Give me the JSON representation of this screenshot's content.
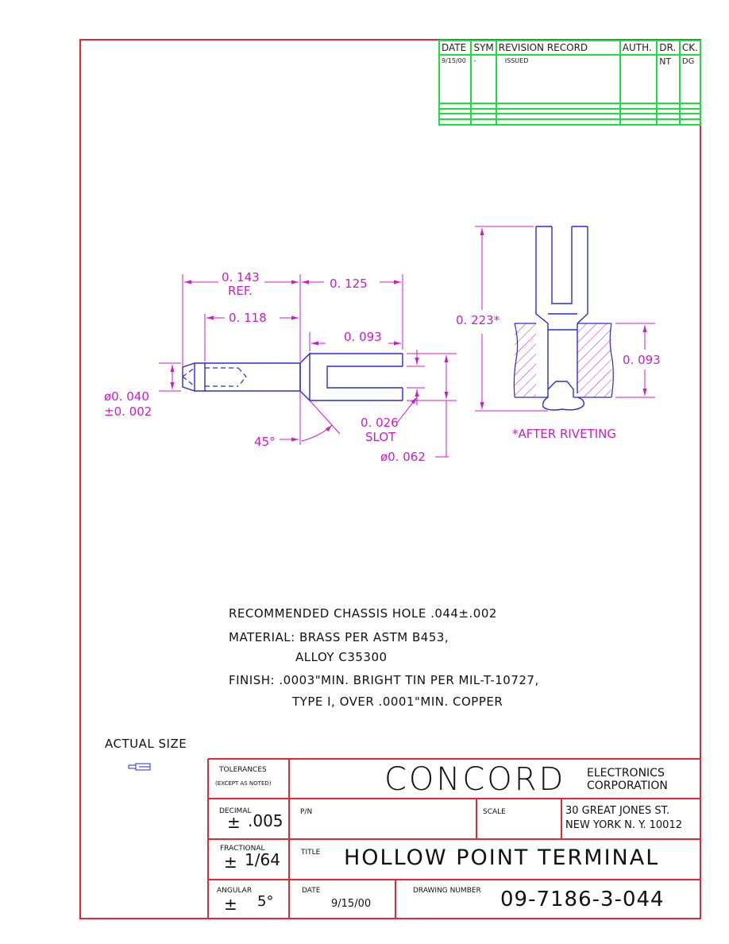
{
  "revision_table": {
    "headers": [
      "DATE",
      "SYM",
      "REVISION RECORD",
      "AUTH.",
      "DR.",
      "CK."
    ],
    "rows": [
      [
        "9/15/00",
        "-",
        "ISSUED",
        "",
        "NT",
        "DG"
      ],
      [
        "",
        "",
        "",
        "",
        "",
        ""
      ],
      [
        "",
        "",
        "",
        "",
        "",
        ""
      ],
      [
        "",
        "",
        "",
        "",
        "",
        ""
      ],
      [
        "",
        "",
        "",
        "",
        "",
        ""
      ]
    ]
  },
  "dimensions": {
    "ref_length": "0. 143",
    "ref_label": "REF.",
    "tip_length": "0. 118",
    "slot_section": "0. 125",
    "slot_depth": "0. 093",
    "tip_diameter": "ø0. 040",
    "tip_tolerance": "±0. 002",
    "slot_width": "0. 026",
    "slot_label": "SLOT",
    "chamfer_angle": "45°",
    "body_diameter": "ø0. 062",
    "riveted_height": "0. 223*",
    "chassis_thickness": "0. 093",
    "after_riveting_note": "*AFTER RIVETING"
  },
  "notes": {
    "chassis_hole": "RECOMMENDED CHASSIS HOLE .044±.002",
    "material_line1": "MATERIAL: BRASS PER ASTM B453,",
    "material_line2": "ALLOY C35300",
    "finish_line1": "FINISH: .0003\"MIN. BRIGHT TIN PER MIL-T-10727,",
    "finish_line2": "TYPE I, OVER .0001\"MIN. COPPER",
    "actual_size": "ACTUAL SIZE"
  },
  "title_block": {
    "tolerances_label": "TOLERANCES",
    "except_label": "(EXCEPT AS NOTED)",
    "company": "CONCORD",
    "company_sub1": "ELECTRONICS",
    "company_sub2": "CORPORATION",
    "decimal_label": "DECIMAL",
    "decimal_pm": "±",
    "decimal_value": ".005",
    "pn_label": "P/N",
    "scale_label": "SCALE",
    "address1": "30 GREAT JONES ST.",
    "address2": "NEW YORK N. Y.  10012",
    "fractional_label": "FRACTIONAL",
    "fractional_pm": "±",
    "fractional_value": "1/64",
    "title_label": "TITLE",
    "title": "HOLLOW POINT TERMINAL",
    "angular_label": "ANGULAR",
    "angular_pm": "±",
    "angular_value": "5°",
    "date_label": "DATE",
    "date": "9/15/00",
    "drawing_number_label": "DRAWING NUMBER",
    "drawing_number": "09-7186-3-044"
  },
  "colors": {
    "border": "#e8262f",
    "grid": "#19e03a",
    "part": "#2a2ad8",
    "dimension": "#d417c8"
  }
}
